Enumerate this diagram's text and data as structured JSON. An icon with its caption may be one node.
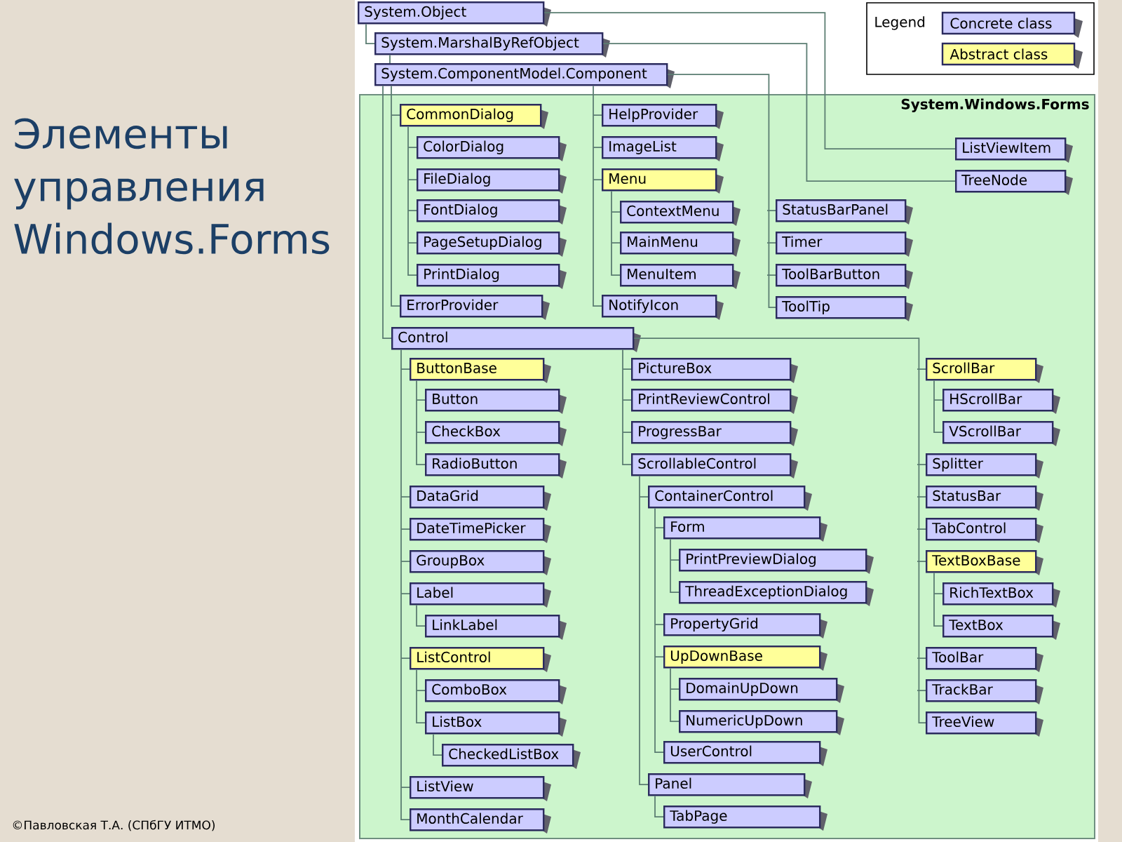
{
  "diagram": {
    "title": "Элементы управления Windows.Forms",
    "nodes": [
      {
        "text": [
          "System.Object"
        ]
      },
      {
        "text": [
          "System.MarshalByRefObject"
        ]
      },
      {
        "text": [
          "System.ComponentModel.Component"
        ]
      },
      {
        "text": [
          "System.Windows.Forms"
        ]
      },
      {
        "text": [
          "CommonDialog"
        ],
        "in": 3
      },
      {
        "text": [
          "ColorDialog"
        ],
        "in": 3
      },
      {
        "text": [
          "FileDialog"
        ],
        "in": 3
      },
      {
        "text": [
          "FontDialog"
        ],
        "in": 3
      },
      {
        "text": [
          "PageSetupDialog"
        ],
        "in": 3
      },
      {
        "text": [
          "PrintDialog"
        ],
        "in": 3
      },
      {
        "text": [
          "ErrorProvider"
        ],
        "in": 3
      },
      {
        "text": [
          "HelpProvider"
        ],
        "in": 3
      },
      {
        "text": [
          "ImageList"
        ],
        "in": 3
      },
      {
        "text": [
          "Menu"
        ],
        "in": 3
      },
      {
        "text": [
          "ContextMenu"
        ],
        "in": 3
      },
      {
        "text": [
          "MainMenu"
        ],
        "in": 3
      },
      {
        "text": [
          "MenuItem"
        ],
        "in": 3
      },
      {
        "text": [
          "NotifyIcon"
        ],
        "in": 3
      },
      {
        "text": [
          "ListViewItem"
        ],
        "in": 3
      },
      {
        "text": [
          "TreeNode"
        ],
        "in": 3
      },
      {
        "text": [
          "StatusBarPanel"
        ],
        "in": 3
      },
      {
        "text": [
          "Timer"
        ],
        "in": 3
      },
      {
        "text": [
          "ToolBarButton"
        ],
        "in": 3
      },
      {
        "text": [
          "ToolTip"
        ],
        "in": 3
      },
      {
        "text": [
          "Control"
        ],
        "in": 3
      },
      {
        "text": [
          "ButtonBase"
        ],
        "in": 3
      },
      {
        "text": [
          "Button"
        ],
        "in": 3
      },
      {
        "text": [
          "CheckBox"
        ],
        "in": 3
      },
      {
        "text": [
          "RadioButton"
        ],
        "in": 3
      },
      {
        "text": [
          "DataGrid"
        ],
        "in": 3
      },
      {
        "text": [
          "DateTimePicker"
        ],
        "in": 3
      },
      {
        "text": [
          "GroupBox"
        ],
        "in": 3
      },
      {
        "text": [
          "Label"
        ],
        "in": 3
      },
      {
        "text": [
          "LinkLabel"
        ],
        "in": 3
      },
      {
        "text": [
          "ListControl"
        ],
        "in": 3
      },
      {
        "text": [
          "ComboBox"
        ],
        "in": 3
      },
      {
        "text": [
          "ListBox"
        ],
        "in": 3
      },
      {
        "text": [
          "CheckedListBox"
        ],
        "in": 3
      },
      {
        "text": [
          "ListView"
        ],
        "in": 3
      },
      {
        "text": [
          "MonthCalendar"
        ],
        "in": 3
      },
      {
        "text": [
          "PictureBox"
        ],
        "in": 3
      },
      {
        "text": [
          "PrintReviewControl"
        ],
        "in": 3
      },
      {
        "text": [
          "ProgressBar"
        ],
        "in": 3
      },
      {
        "text": [
          "ScrollableControl"
        ],
        "in": 3
      },
      {
        "text": [
          "ContainerControl"
        ],
        "in": 3
      },
      {
        "text": [
          "Form"
        ],
        "in": 3
      },
      {
        "text": [
          "PrintPreviewDialog"
        ],
        "in": 3
      },
      {
        "text": [
          "ThreadExceptionDialog"
        ],
        "in": 3
      },
      {
        "text": [
          "PropertyGrid"
        ],
        "in": 3
      },
      {
        "text": [
          "UpDownBase"
        ],
        "in": 3
      },
      {
        "text": [
          "DomainUpDown"
        ],
        "in": 3
      },
      {
        "text": [
          "NumericUpDown"
        ],
        "in": 3
      },
      {
        "text": [
          "UserControl"
        ],
        "in": 3
      },
      {
        "text": [
          "Panel"
        ],
        "in": 3
      },
      {
        "text": [
          "TabPage"
        ],
        "in": 3
      },
      {
        "text": [
          "ScrollBar"
        ],
        "in": 3
      },
      {
        "text": [
          "HScrollBar"
        ],
        "in": 3
      },
      {
        "text": [
          "VScrollBar"
        ],
        "in": 3
      },
      {
        "text": [
          "Splitter"
        ],
        "in": 3
      },
      {
        "text": [
          "StatusBar"
        ],
        "in": 3
      },
      {
        "text": [
          "TabControl"
        ],
        "in": 3
      },
      {
        "text": [
          "TextBoxBase"
        ],
        "in": 3
      },
      {
        "text": [
          "RichTextBox"
        ],
        "in": 3
      },
      {
        "text": [
          "TextBox"
        ],
        "in": 3
      },
      {
        "text": [
          "ToolBar"
        ],
        "in": 3
      },
      {
        "text": [
          "TrackBar"
        ],
        "in": 3
      },
      {
        "text": [
          "TreeView"
        ],
        "in": 3
      }
    ],
    "edges": [
      {
        "from": 0,
        "to": 1,
        "arrow": "none"
      },
      {
        "from": 1,
        "to": 2,
        "arrow": "none"
      },
      {
        "from": 2,
        "to": 4,
        "arrow": "none"
      },
      {
        "from": 4,
        "to": 5,
        "arrow": "none"
      },
      {
        "from": 4,
        "to": 6,
        "arrow": "none"
      },
      {
        "from": 4,
        "to": 7,
        "arrow": "none"
      },
      {
        "from": 4,
        "to": 8,
        "arrow": "none"
      },
      {
        "from": 4,
        "to": 9,
        "arrow": "none"
      },
      {
        "from": 2,
        "to": 10,
        "arrow": "none"
      },
      {
        "from": 2,
        "to": 11,
        "arrow": "none"
      },
      {
        "from": 2,
        "to": 12,
        "arrow": "none"
      },
      {
        "from": 2,
        "to": 13,
        "arrow": "none"
      },
      {
        "from": 13,
        "to": 14,
        "arrow": "none"
      },
      {
        "from": 13,
        "to": 15,
        "arrow": "none"
      },
      {
        "from": 13,
        "to": 16,
        "arrow": "none"
      },
      {
        "from": 2,
        "to": 17,
        "arrow": "none"
      },
      {
        "from": 0,
        "to": 18,
        "arrow": "none"
      },
      {
        "from": 1,
        "to": 19,
        "arrow": "none"
      },
      {
        "from": 2,
        "to": 20,
        "arrow": "none"
      },
      {
        "from": 2,
        "to": 21,
        "arrow": "none"
      },
      {
        "from": 2,
        "to": 22,
        "arrow": "none"
      },
      {
        "from": 2,
        "to": 23,
        "arrow": "none"
      },
      {
        "from": 2,
        "to": 24,
        "arrow": "none"
      },
      {
        "from": 24,
        "to": 25,
        "arrow": "none"
      },
      {
        "from": 25,
        "to": 26,
        "arrow": "none"
      },
      {
        "from": 25,
        "to": 27,
        "arrow": "none"
      },
      {
        "from": 25,
        "to": 28,
        "arrow": "none"
      },
      {
        "from": 24,
        "to": 29,
        "arrow": "none"
      },
      {
        "from": 24,
        "to": 30,
        "arrow": "none"
      },
      {
        "from": 24,
        "to": 31,
        "arrow": "none"
      },
      {
        "from": 24,
        "to": 32,
        "arrow": "none"
      },
      {
        "from": 32,
        "to": 33,
        "arrow": "none"
      },
      {
        "from": 24,
        "to": 34,
        "arrow": "none"
      },
      {
        "from": 34,
        "to": 35,
        "arrow": "none"
      },
      {
        "from": 34,
        "to": 36,
        "arrow": "none"
      },
      {
        "from": 36,
        "to": 37,
        "arrow": "none"
      },
      {
        "from": 24,
        "to": 38,
        "arrow": "none"
      },
      {
        "from": 24,
        "to": 39,
        "arrow": "none"
      },
      {
        "from": 24,
        "to": 40,
        "arrow": "none"
      },
      {
        "from": 24,
        "to": 41,
        "arrow": "none"
      },
      {
        "from": 24,
        "to": 42,
        "arrow": "none"
      },
      {
        "from": 24,
        "to": 43,
        "arrow": "none"
      },
      {
        "from": 43,
        "to": 44,
        "arrow": "none"
      },
      {
        "from": 44,
        "to": 45,
        "arrow": "none"
      },
      {
        "from": 45,
        "to": 46,
        "arrow": "none"
      },
      {
        "from": 45,
        "to": 47,
        "arrow": "none"
      },
      {
        "from": 44,
        "to": 48,
        "arrow": "none"
      },
      {
        "from": 44,
        "to": 49,
        "arrow": "none"
      },
      {
        "from": 49,
        "to": 50,
        "arrow": "none"
      },
      {
        "from": 49,
        "to": 51,
        "arrow": "none"
      },
      {
        "from": 44,
        "to": 52,
        "arrow": "none"
      },
      {
        "from": 43,
        "to": 53,
        "arrow": "none"
      },
      {
        "from": 53,
        "to": 54,
        "arrow": "none"
      },
      {
        "from": 24,
        "to": 55,
        "arrow": "none"
      },
      {
        "from": 55,
        "to": 56,
        "arrow": "none"
      },
      {
        "from": 55,
        "to": 57,
        "arrow": "none"
      },
      {
        "from": 24,
        "to": 58,
        "arrow": "none"
      },
      {
        "from": 24,
        "to": 59,
        "arrow": "none"
      },
      {
        "from": 24,
        "to": 60,
        "arrow": "none"
      },
      {
        "from": 24,
        "to": 61,
        "arrow": "none"
      },
      {
        "from": 61,
        "to": 62,
        "arrow": "none"
      },
      {
        "from": 61,
        "to": 63,
        "arrow": "none"
      },
      {
        "from": 24,
        "to": 64,
        "arrow": "none"
      },
      {
        "from": 24,
        "to": 65,
        "arrow": "none"
      },
      {
        "from": 24,
        "to": 66,
        "arrow": "none"
      }
    ],
    "labels": [
      "Legend",
      "©Павловская Т.А. (СПбГУ ИТМО)"
    ],
    "legend": [
      {
        "text": "Concrete class",
        "color": "#ccccff"
      },
      {
        "text": "Abstract class",
        "color": "#ffff99"
      }
    ]
  }
}
